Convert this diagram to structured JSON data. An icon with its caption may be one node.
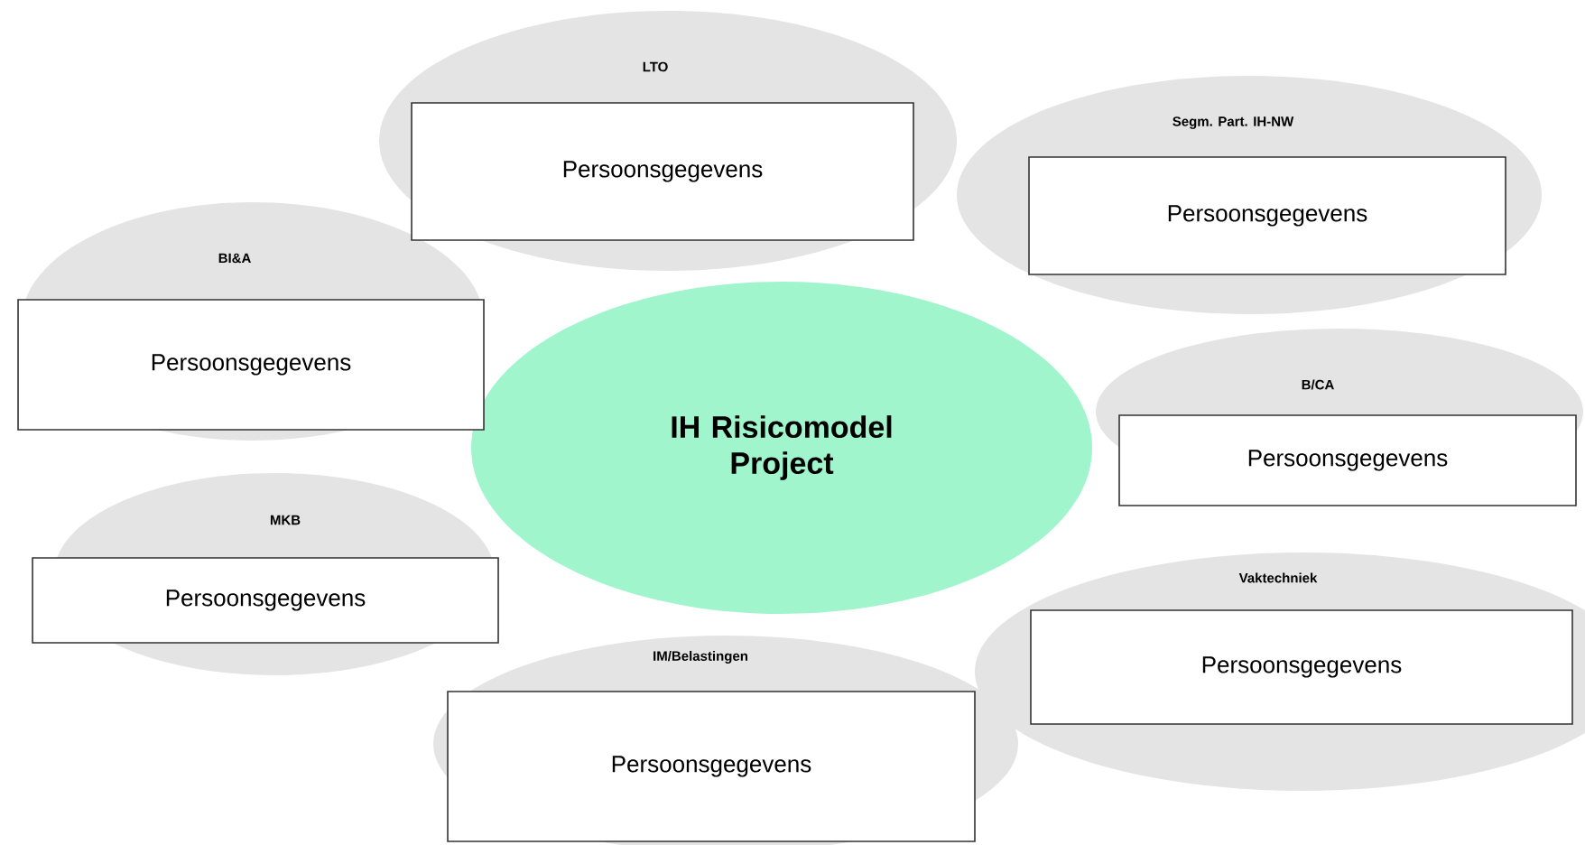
{
  "diagram": {
    "nodes": [
      {
        "text": [
          "IH Risicomodel Project"
        ]
      },
      {
        "text": [
          "LTO"
        ]
      },
      {
        "text": [
          "Persoonsgegevens"
        ],
        "in": 1
      },
      {
        "text": [
          "Segm. Part. IH-NW"
        ]
      },
      {
        "text": [
          "Persoonsgegevens"
        ],
        "in": 3
      },
      {
        "text": [
          "BI&A"
        ]
      },
      {
        "text": [
          "Persoonsgegevens"
        ],
        "in": 5
      },
      {
        "text": [
          "B/CA"
        ]
      },
      {
        "text": [
          "Persoonsgegevens"
        ],
        "in": 7
      },
      {
        "text": [
          "MKB"
        ]
      },
      {
        "text": [
          "Persoonsgegevens"
        ],
        "in": 9
      },
      {
        "text": [
          "Vaktechniek"
        ]
      },
      {
        "text": [
          "Persoonsgegevens"
        ],
        "in": 11
      },
      {
        "text": [
          "IM/Belastingen"
        ]
      },
      {
        "text": [
          "Persoonsgegevens"
        ],
        "in": 13
      }
    ]
  }
}
